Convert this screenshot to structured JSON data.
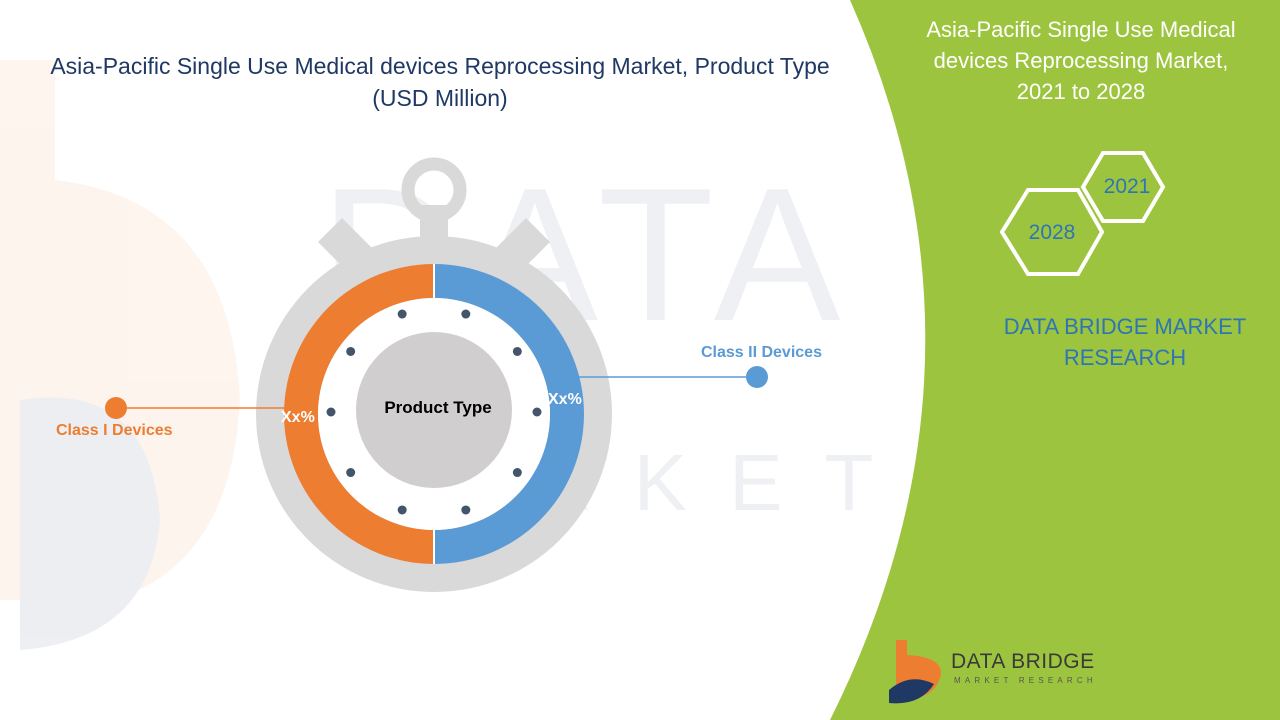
{
  "title_line1": "Asia-Pacific Single Use Medical devices Reprocessing Market, Product Type",
  "title_line2": "(USD Million)",
  "side_panel": {
    "title_line1": "Asia-Pacific Single Use Medical",
    "title_line2": "devices Reprocessing Market,",
    "title_line3": "2021 to 2028",
    "hex_top": "2021",
    "hex_bottom": "2028",
    "brand_line1": "DATA BRIDGE MARKET",
    "brand_line2": "RESEARCH"
  },
  "logo": {
    "name": "DATA BRIDGE",
    "sub": "MARKET RESEARCH",
    "icon": "data-bridge-logo-icon"
  },
  "colors": {
    "class1": "#ed7d31",
    "class2": "#5b9bd5",
    "panel_green": "#9dc43e",
    "timer_gray": "#d9d9d9",
    "inner_gray": "#d0cece",
    "dot": "#44546a",
    "title": "#1f3864",
    "brand_blue": "#2e75b6"
  },
  "chart_data": {
    "type": "pie",
    "center_label": "Product Type",
    "slices": [
      {
        "name": "Class I Devices",
        "label": "Xx%",
        "value": 50
      },
      {
        "name": "Class II Devices",
        "label": "Xx%",
        "value": 50
      }
    ]
  }
}
